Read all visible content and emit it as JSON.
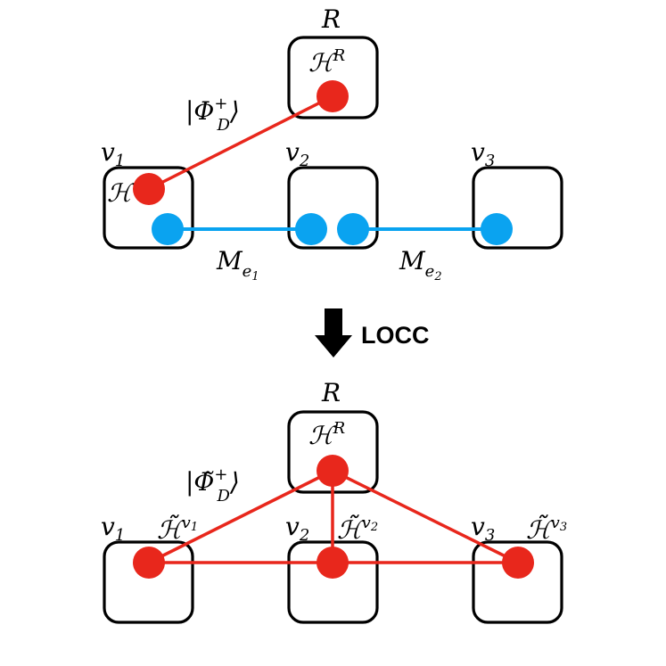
{
  "colors": {
    "red": "#e8271c",
    "blue": "#0aa3f0",
    "stroke": "#000000"
  },
  "top": {
    "reference_label": "R",
    "reference_space": "ℋ",
    "reference_space_sup": "R",
    "ket_label": "|Φ",
    "ket_sup": "+",
    "ket_sub": "D",
    "ket_close": "⟩",
    "node_labels": [
      "v",
      "v",
      "v"
    ],
    "node_label_subs": [
      "1",
      "2",
      "3"
    ],
    "v1_space": "ℋ",
    "measure_labels": [
      "M",
      "M"
    ],
    "measure_subs": [
      "e",
      "e"
    ],
    "measure_subsubs": [
      "1",
      "2"
    ]
  },
  "arrow": {
    "label": "LOCC"
  },
  "bottom": {
    "reference_label": "R",
    "reference_space": "ℋ",
    "reference_space_sup": "R",
    "ket_label": "|Φ̃",
    "ket_sup": "+",
    "ket_sub": "D",
    "ket_close": "⟩",
    "node_labels": [
      "v",
      "v",
      "v"
    ],
    "node_label_subs": [
      "1",
      "2",
      "3"
    ],
    "node_spaces": [
      "ℋ̃",
      "ℋ̃",
      "ℋ̃"
    ],
    "node_space_sups": [
      "v",
      "v",
      "v"
    ],
    "node_space_supsubs": [
      "1",
      "2",
      "3"
    ]
  }
}
